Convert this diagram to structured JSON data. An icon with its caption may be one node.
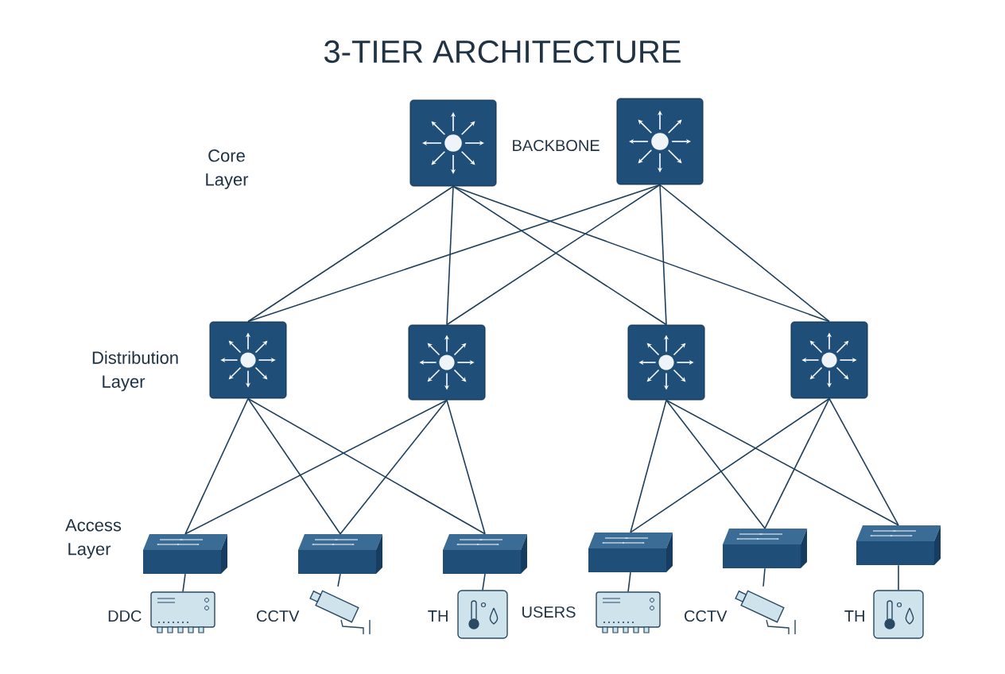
{
  "diagram": {
    "title": "3-TIER ARCHITECTURE",
    "nodes": [
      {
        "text": [],
        "shape": "picture",
        "beside": [
          "BACKBONE"
        ]
      },
      {
        "text": [],
        "shape": "picture"
      },
      {
        "text": [],
        "shape": "picture"
      },
      {
        "text": [],
        "shape": "picture"
      },
      {
        "text": [],
        "shape": "picture"
      },
      {
        "text": [],
        "shape": "picture"
      },
      {
        "text": [],
        "shape": "box"
      },
      {
        "text": [],
        "shape": "box"
      },
      {
        "text": [],
        "shape": "box"
      },
      {
        "text": [],
        "shape": "box"
      },
      {
        "text": [],
        "shape": "box"
      },
      {
        "text": [],
        "shape": "box"
      },
      {
        "text": [],
        "shape": "picture",
        "beside": [
          "DDC"
        ]
      },
      {
        "text": [],
        "shape": "picture",
        "beside": [
          "CCTV"
        ]
      },
      {
        "text": [],
        "shape": "picture",
        "beside": [
          "TH"
        ]
      },
      {
        "text": [],
        "shape": "picture",
        "beside": [
          "USERS"
        ]
      },
      {
        "text": [],
        "shape": "picture",
        "beside": [
          "CCTV"
        ]
      },
      {
        "text": [],
        "shape": "picture",
        "beside": [
          "TH"
        ]
      }
    ],
    "edges": [
      {
        "from": 0,
        "to": 2,
        "arrow": "none"
      },
      {
        "from": 0,
        "to": 3,
        "arrow": "none"
      },
      {
        "from": 0,
        "to": 4,
        "arrow": "none"
      },
      {
        "from": 0,
        "to": 5,
        "arrow": "none"
      },
      {
        "from": 1,
        "to": 2,
        "arrow": "none"
      },
      {
        "from": 1,
        "to": 3,
        "arrow": "none"
      },
      {
        "from": 1,
        "to": 4,
        "arrow": "none"
      },
      {
        "from": 1,
        "to": 5,
        "arrow": "none"
      },
      {
        "from": 2,
        "to": 6,
        "arrow": "none"
      },
      {
        "from": 2,
        "to": 7,
        "arrow": "none"
      },
      {
        "from": 2,
        "to": 8,
        "arrow": "none"
      },
      {
        "from": 3,
        "to": 6,
        "arrow": "none"
      },
      {
        "from": 3,
        "to": 7,
        "arrow": "none"
      },
      {
        "from": 3,
        "to": 8,
        "arrow": "none"
      },
      {
        "from": 4,
        "to": 9,
        "arrow": "none"
      },
      {
        "from": 4,
        "to": 10,
        "arrow": "none"
      },
      {
        "from": 4,
        "to": 11,
        "arrow": "none"
      },
      {
        "from": 5,
        "to": 9,
        "arrow": "none"
      },
      {
        "from": 5,
        "to": 10,
        "arrow": "none"
      },
      {
        "from": 5,
        "to": 11,
        "arrow": "none"
      },
      {
        "from": 6,
        "to": 12,
        "arrow": "none"
      },
      {
        "from": 7,
        "to": 13,
        "arrow": "none"
      },
      {
        "from": 8,
        "to": 14,
        "arrow": "none"
      },
      {
        "from": 9,
        "to": 15,
        "arrow": "none"
      },
      {
        "from": 10,
        "to": 16,
        "arrow": "none"
      },
      {
        "from": 11,
        "to": 17,
        "arrow": "none"
      }
    ],
    "labels": [
      "Core Layer",
      "Distribution Layer",
      "Access Layer"
    ]
  }
}
